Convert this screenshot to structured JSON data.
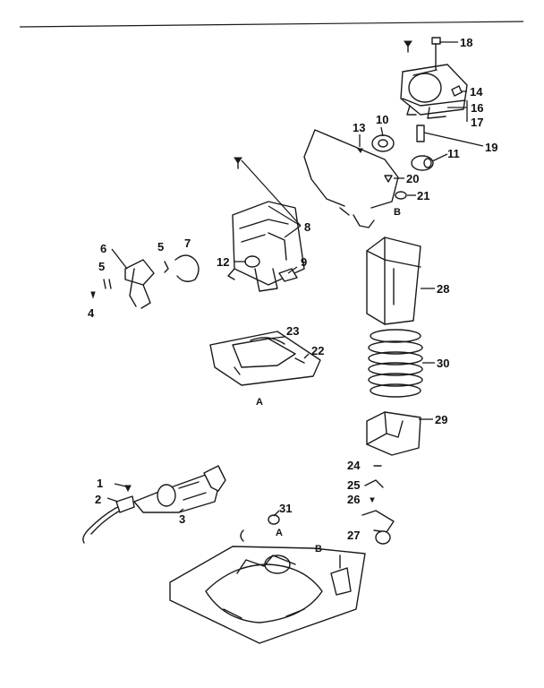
{
  "callouts": {
    "c1": "1",
    "c2": "2",
    "c3": "3",
    "c4": "4",
    "c5a": "5",
    "c5b": "5",
    "c6": "6",
    "c7": "7",
    "c8": "8",
    "c9": "9",
    "c10": "10",
    "c11": "11",
    "c12": "12",
    "c13": "13",
    "c14": "14",
    "c16": "16",
    "c17": "17",
    "c18": "18",
    "c19": "19",
    "c20": "20",
    "c21": "21",
    "c22": "22",
    "c23": "23",
    "c24": "24",
    "c25": "25",
    "c26": "26",
    "c27": "27",
    "c28": "28",
    "c29": "29",
    "c30": "30",
    "c31": "31"
  },
  "markers": {
    "a_lower": "A",
    "a_base": "A",
    "b_upper": "B",
    "b_base": "B"
  }
}
